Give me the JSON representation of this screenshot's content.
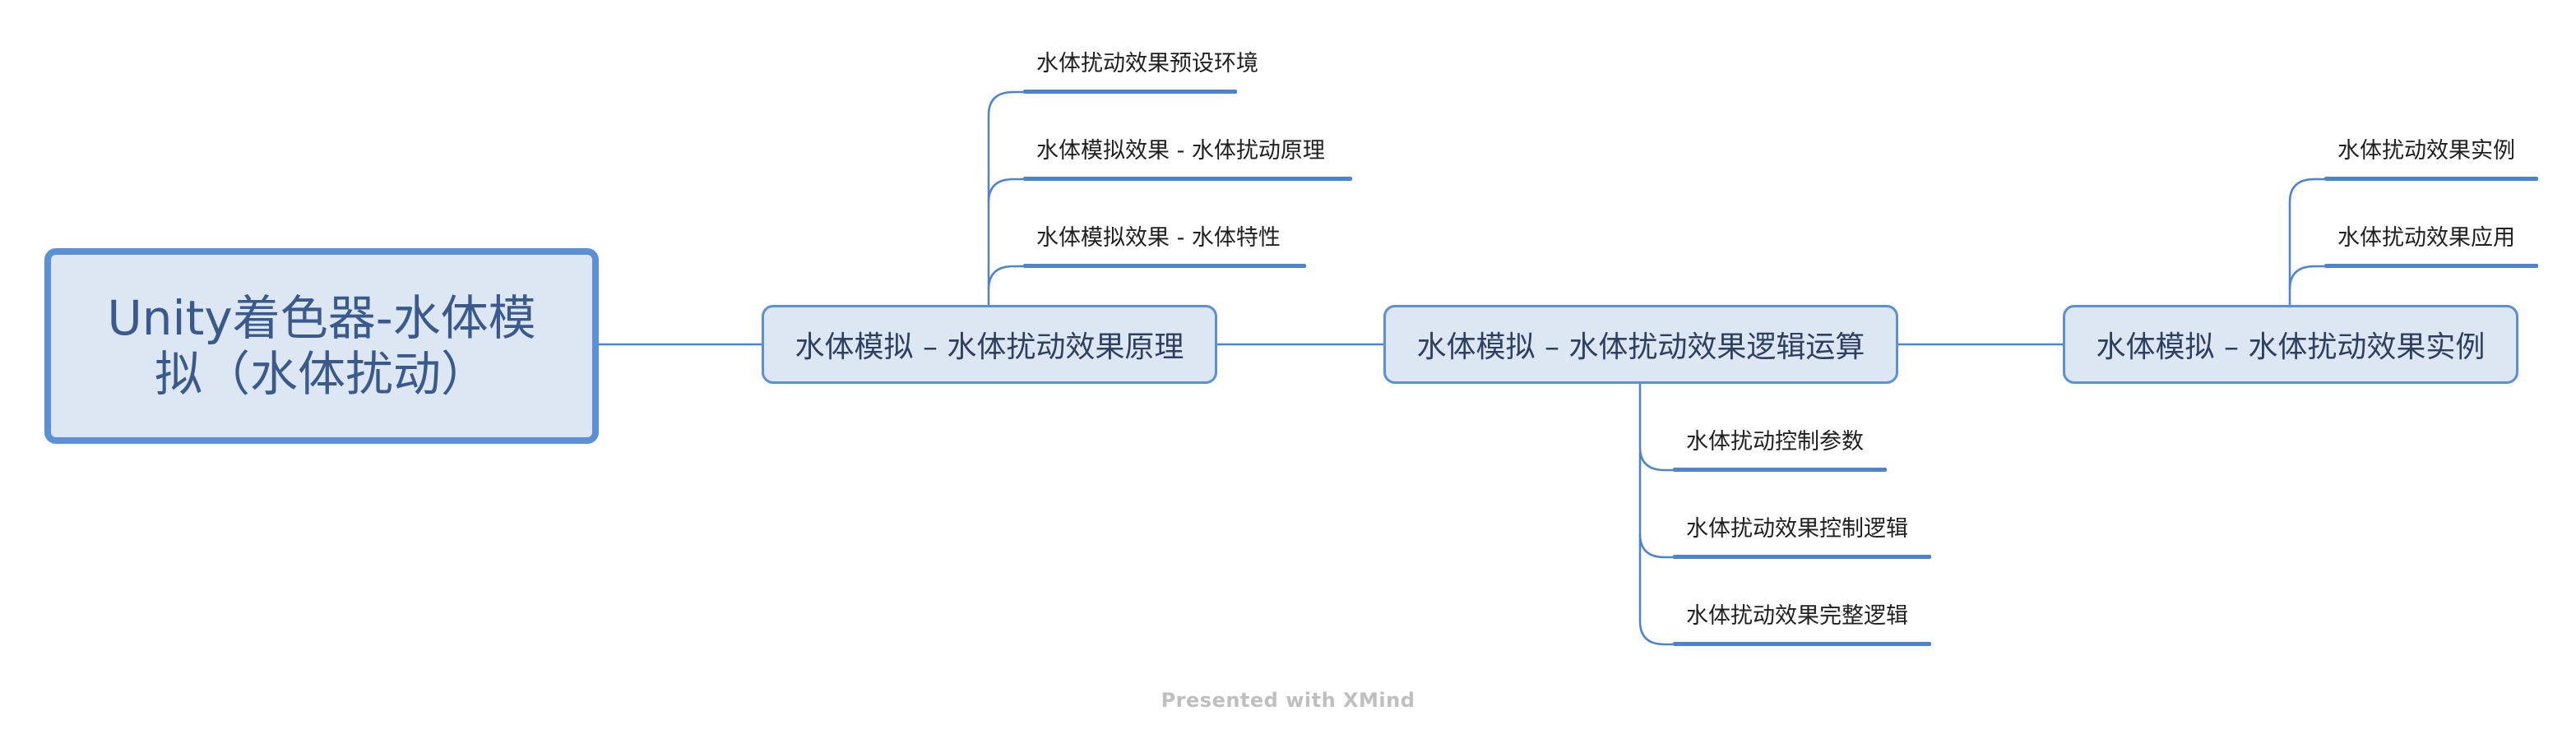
{
  "root": {
    "label": "Unity着色器-水体模拟（水体扰动）"
  },
  "branches": [
    {
      "label": "水体模拟 – 水体扰动效果原理",
      "children": [
        "水体扰动效果预设环境",
        "水体模拟效果 - 水体扰动原理",
        "水体模拟效果 - 水体特性"
      ]
    },
    {
      "label": "水体模拟 – 水体扰动效果逻辑运算",
      "children": [
        "水体扰动控制参数",
        "水体扰动效果控制逻辑",
        "水体扰动效果完整逻辑"
      ]
    },
    {
      "label": "水体模拟 – 水体扰动效果实例",
      "children": [
        "水体扰动效果实例",
        "水体扰动效果应用"
      ]
    }
  ],
  "footer": "Presented with XMind",
  "colors": {
    "line": "#4a83d2",
    "node_fill": "#dde7f4",
    "node_border": "#5b8fd6"
  }
}
